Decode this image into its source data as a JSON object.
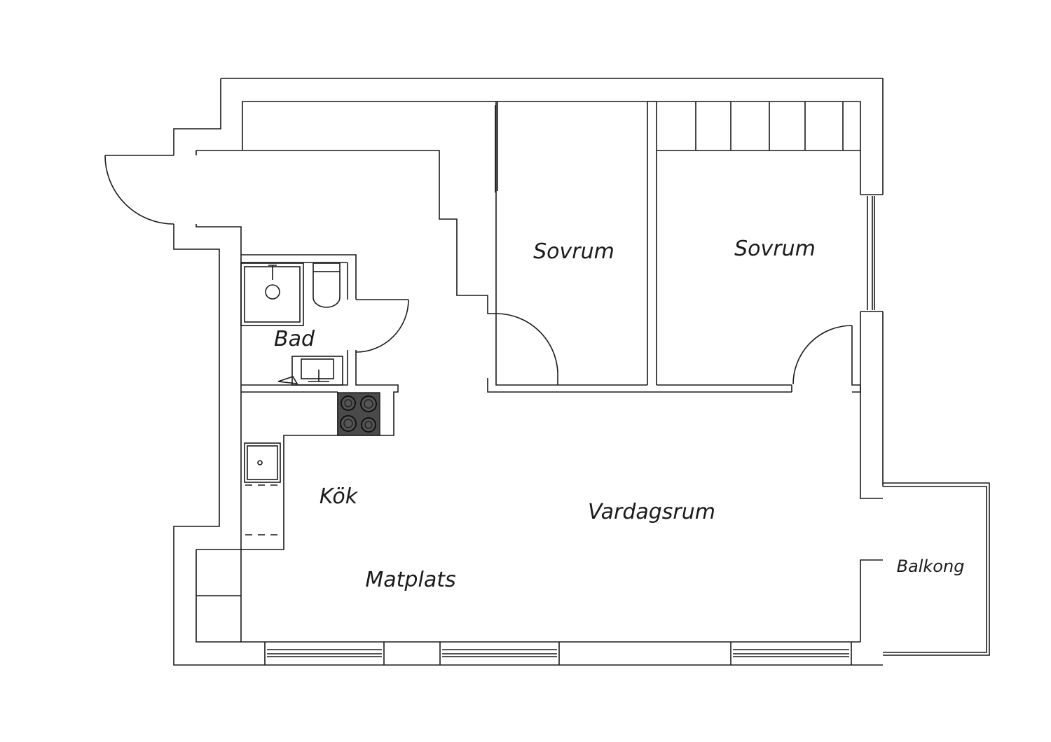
{
  "rooms": {
    "sovrum_1": "Sovrum",
    "sovrum_2": "Sovrum",
    "bad": "Bad",
    "kok": "Kök",
    "vardagsrum": "Vardagsrum",
    "matplats": "Matplats",
    "balkong": "Balkong"
  },
  "colors": {
    "line": "#1a1a1a",
    "background": "#ffffff",
    "stove": "#4a4a4a"
  }
}
